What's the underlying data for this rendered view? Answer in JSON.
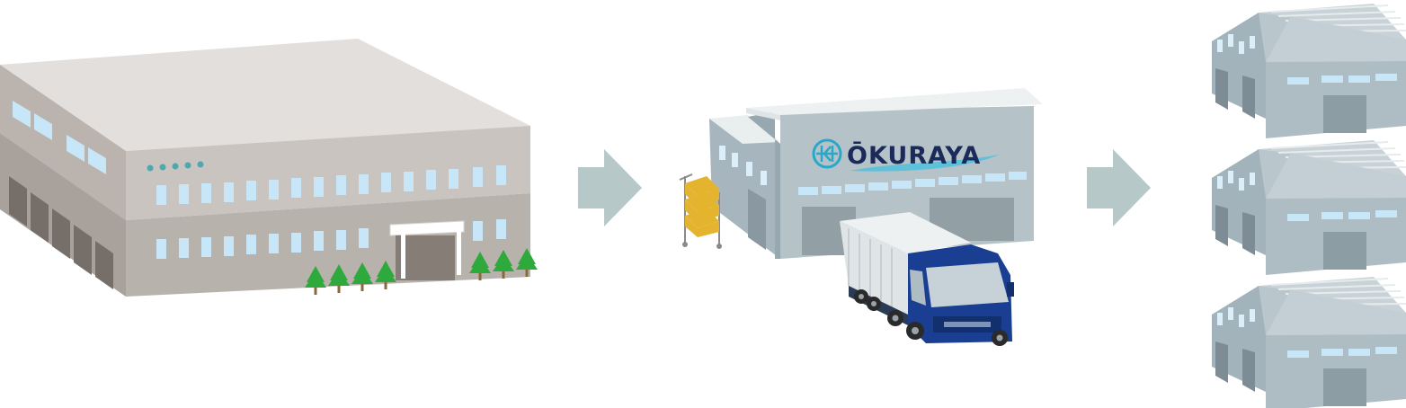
{
  "diagram": {
    "brand": {
      "name": "ŌKURAYA"
    },
    "colors": {
      "arrow": "#b6c8c8",
      "factory_roof": "#e2dfdc",
      "factory_wall": "#a8a19c",
      "warehouse_wall": "#a8b8c0",
      "glass": "#c7e6f7",
      "truck_cab": "#1a3f92",
      "tree": "#2eaa3c",
      "cart": "#e5b42e",
      "brand_teal": "#2aa7c9"
    },
    "nodes": [
      {
        "id": "factory",
        "icon": "factory-building-icon"
      },
      {
        "id": "okuraya-warehouse",
        "icon": "warehouse-with-truck-icon"
      },
      {
        "id": "destination-warehouses",
        "icon": "warehouse-icon",
        "count": 3
      }
    ],
    "edges": [
      {
        "from": "factory",
        "to": "okuraya-warehouse",
        "icon": "arrow-right-icon"
      },
      {
        "from": "okuraya-warehouse",
        "to": "destination-warehouses",
        "icon": "arrow-right-icon"
      }
    ]
  }
}
